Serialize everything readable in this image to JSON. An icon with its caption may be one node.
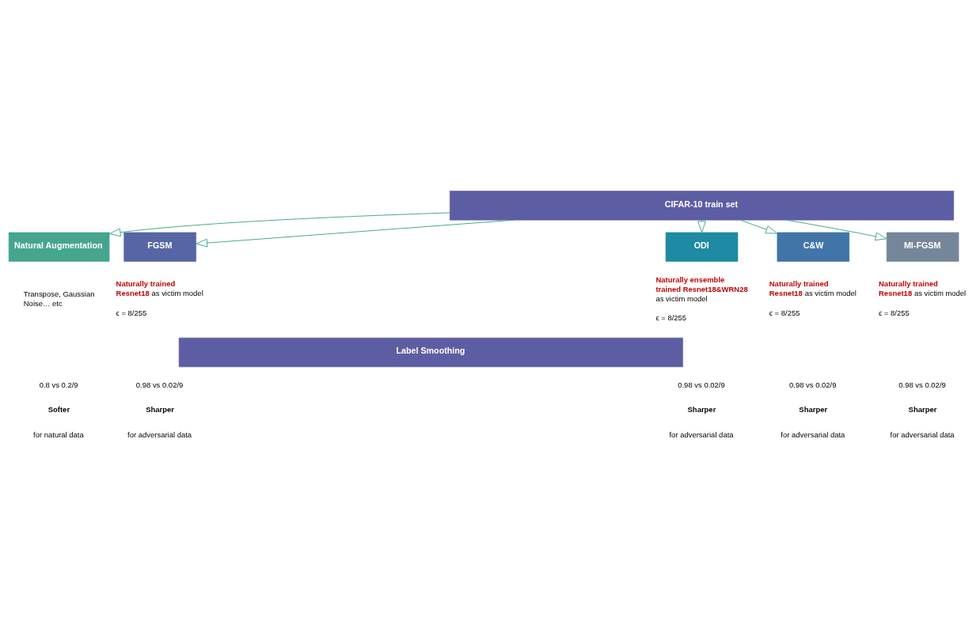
{
  "diagram": {
    "nodes": [
      {
        "text": [
          "CIFAR-10 train set"
        ]
      },
      {
        "text": [
          "Natural Augmentation"
        ],
        "beside": [
          "Transpose, Gaussian Noise… etc"
        ]
      },
      {
        "text": [
          "FGSM"
        ],
        "beside": [
          "**Naturally trained Resnet18** as victim model",
          "ϵ = 8/255"
        ]
      },
      {
        "text": [
          "ODI"
        ],
        "beside": [
          "**Naturally ensemble trained Resnet18&WRN28** as victim model",
          "ϵ = 8/255"
        ]
      },
      {
        "text": [
          "C&W"
        ],
        "beside": [
          "**Naturally trained Resnet18** as victim model",
          "ϵ = 8/255"
        ]
      },
      {
        "text": [
          "MI-FGSM"
        ],
        "beside": [
          "**Naturally trained Resnet18** as victim model",
          "ϵ = 8/255"
        ]
      },
      {
        "text": [
          "Label Smoothing"
        ]
      }
    ],
    "edges": [
      {
        "from": 0,
        "to": 1,
        "arrow": "to"
      },
      {
        "from": 0,
        "to": 2,
        "arrow": "to"
      },
      {
        "from": 0,
        "to": 3,
        "arrow": "to"
      },
      {
        "from": 0,
        "to": 4,
        "arrow": "to"
      },
      {
        "from": 0,
        "to": 5,
        "arrow": "to"
      }
    ],
    "labels": [
      "0.8 vs 0.2/9",
      "0.98 vs 0.02/9",
      "0.98 vs 0.02/9",
      "0.98 vs 0.02/9",
      "0.98 vs 0.02/9",
      "Softer",
      "Sharper",
      "Sharper",
      "Sharper",
      "Sharper",
      "for natural data",
      "for adversarial data",
      "for adversarial data",
      "for adversarial data",
      "for adversarial data"
    ]
  }
}
